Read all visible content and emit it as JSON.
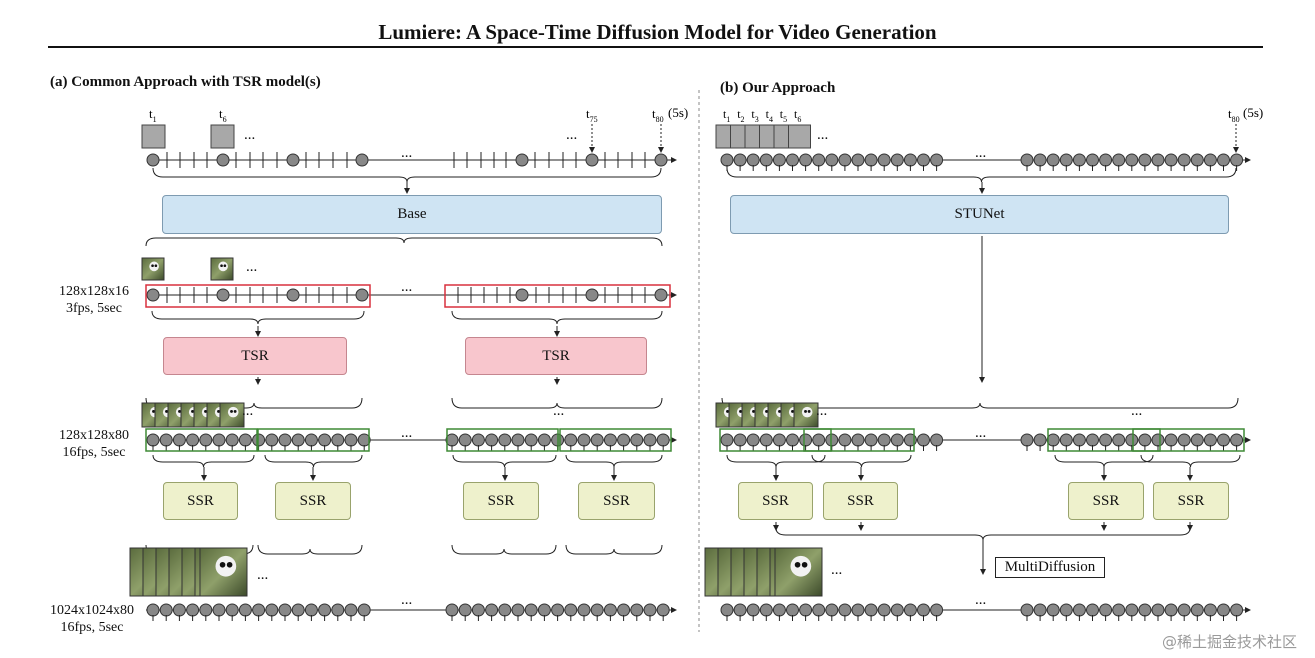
{
  "title": "Lumiere: A Space-Time Diffusion Model for Video Generation",
  "panel_a": {
    "title": "(a) Common Approach with TSR model(s)",
    "top_labels": {
      "t1": "t",
      "t1_sub": "1",
      "t6": "t",
      "t6_sub": "6",
      "t75": "t",
      "t75_sub": "75",
      "t80": "t",
      "t80_sub": "80",
      "duration": "(5s)"
    },
    "ellipsis": "...",
    "base_label": "Base",
    "tsr_label": "TSR",
    "ssr_label": "SSR",
    "row1_label_line1": "128x128x16",
    "row1_label_line2": "3fps, 5sec",
    "row2_label_line1": "128x128x80",
    "row2_label_line2": "16fps, 5sec",
    "row3_label_line1": "1024x1024x80",
    "row3_label_line2": "16fps, 5sec"
  },
  "panel_b": {
    "title": "(b) Our Approach",
    "top_labels": [
      "t1",
      "t2",
      "t3",
      "t4",
      "t5",
      "t6"
    ],
    "top_label_t": "t",
    "top_label_subs": [
      "1",
      "2",
      "3",
      "4",
      "5",
      "6"
    ],
    "t80": "t",
    "t80_sub": "80",
    "duration": "(5s)",
    "stunet_label": "STUNet",
    "ssr_label": "SSR",
    "multidiffusion_label": "MultiDiffusion"
  },
  "watermark": "@稀土掘金技术社区",
  "colors": {
    "node_fill": "#888888",
    "tsr_window": "#d9303e",
    "ssr_window": "#3e8a35",
    "frame_box": "#a8a8a8"
  }
}
